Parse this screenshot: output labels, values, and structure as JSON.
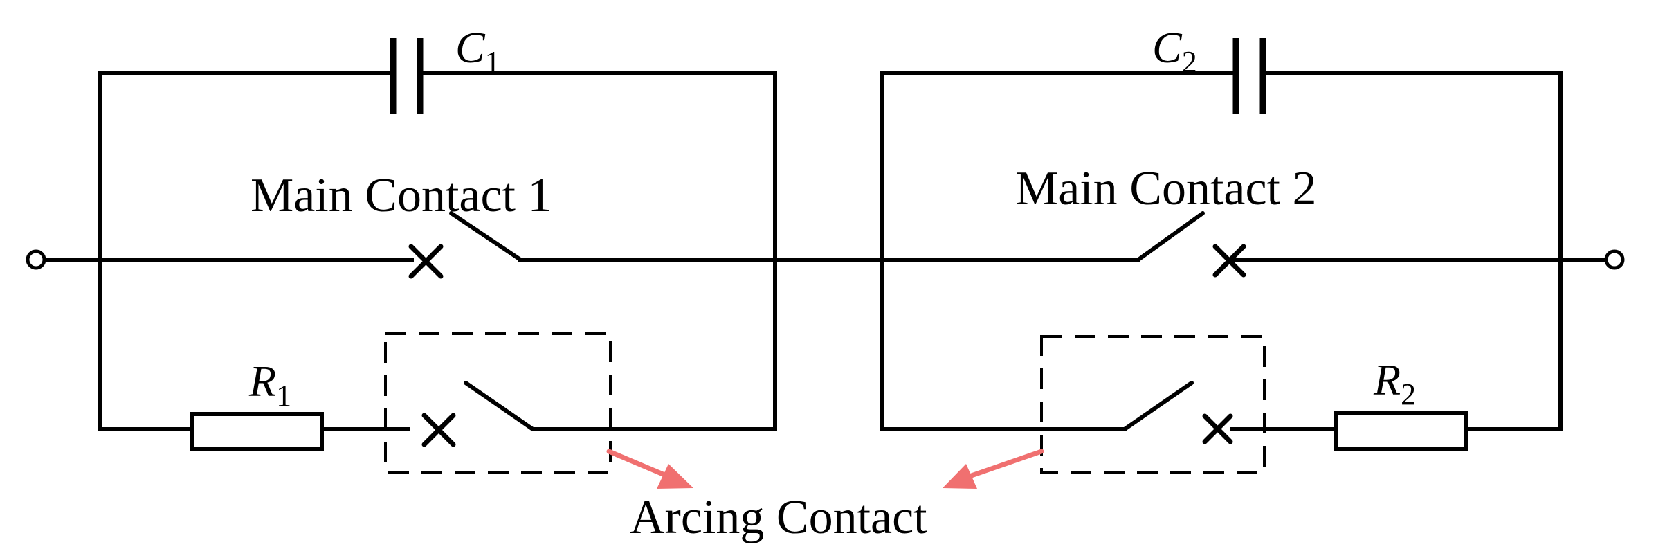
{
  "components": {
    "c1": {
      "symbol": "C",
      "subscript": "1"
    },
    "c2": {
      "symbol": "C",
      "subscript": "2"
    },
    "r1": {
      "symbol": "R",
      "subscript": "1"
    },
    "r2": {
      "symbol": "R",
      "subscript": "2"
    }
  },
  "labels": {
    "main_contact_1": "Main Contact 1",
    "main_contact_2": "Main Contact 2",
    "arcing_contact": "Arcing Contact"
  },
  "colors": {
    "line": "#000000",
    "arrow": "#f07070"
  }
}
